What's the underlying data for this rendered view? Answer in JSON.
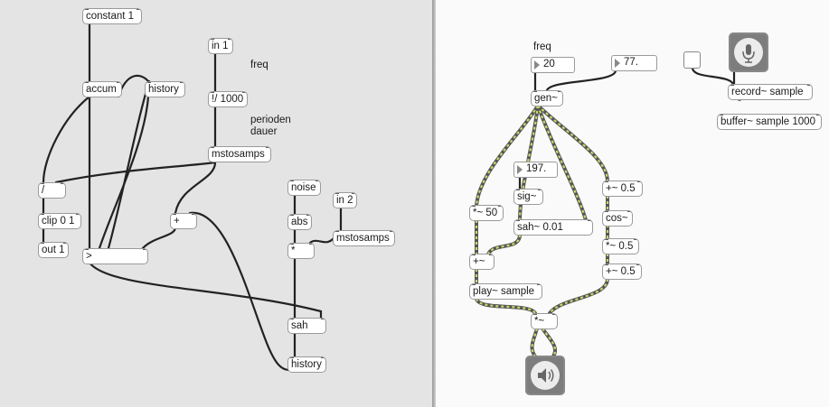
{
  "left_patch": {
    "objects": {
      "constant": "constant 1",
      "accum": "accum",
      "history_top": "history",
      "in1": "in 1",
      "div1000": "!/ 1000",
      "mstosamps_top": "mstosamps",
      "slash": "/",
      "clip": "clip 0 1",
      "out1": "out 1",
      "plus": "+",
      "greater": ">",
      "noise": "noise",
      "abs": "abs",
      "in2": "in 2",
      "times": "*",
      "mstosamps_right": "mstosamps",
      "sah": "sah",
      "history_bottom": "history"
    },
    "comments": {
      "freq": "freq",
      "perioden": "perioden\ndauer"
    }
  },
  "right_patch": {
    "comments": {
      "freq": "freq"
    },
    "numbers": {
      "freq_value": "20",
      "num77": "77.",
      "num197": "197."
    },
    "objects": {
      "gen": "gen~",
      "sig": "sig~",
      "sah": "sah~ 0.01",
      "times50": "*~ 50",
      "plus_tilde": "+~",
      "play": "play~ sample",
      "plus05_top": "+~ 0.5",
      "cos": "cos~",
      "times05": "*~ 0.5",
      "plus05_bottom": "+~ 0.5",
      "times_out": "*~",
      "record": "record~ sample",
      "buffer": "buffer~ sample 1000"
    },
    "icons": {
      "mic": "microphone-icon",
      "speaker": "speaker-icon"
    }
  },
  "colors": {
    "left_background": "#e4e4e4",
    "right_background": "#fafafa",
    "signal_wire": "#c8d86a",
    "control_wire": "#222222"
  }
}
